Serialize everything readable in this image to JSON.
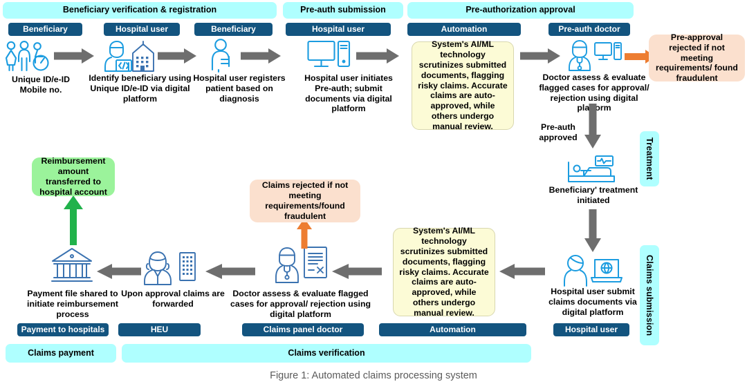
{
  "figure": {
    "caption": "Figure 1: Automated claims processing system"
  },
  "colors": {
    "phase_band": "#AFFFFF",
    "role_chip": "#13547F",
    "icon_blue": "#1B9CE0",
    "icon_blue_dark": "#3A72B0",
    "arrow_gray": "#6E6E6E",
    "arrow_orange": "#ED7D31",
    "arrow_green": "#21B24B",
    "box_yellow": "#FCFBD6",
    "box_peach": "#FBE0CE",
    "box_green": "#9BF39B",
    "caption_gray": "#5A5A5A"
  },
  "phases": {
    "top": [
      {
        "label": "Beneficiary verification & registration"
      },
      {
        "label": "Pre-auth submission"
      },
      {
        "label": "Pre-authorization approval"
      }
    ],
    "vertical": [
      {
        "label": "Treatment"
      },
      {
        "label": "Claims submission"
      }
    ],
    "bottom": [
      {
        "label": "Claims payment"
      },
      {
        "label": "Claims verification"
      }
    ]
  },
  "roles": {
    "top": [
      {
        "label": "Beneficiary"
      },
      {
        "label": "Hospital user"
      },
      {
        "label": "Beneficiary"
      },
      {
        "label": "Hospital user"
      },
      {
        "label": "Automation"
      },
      {
        "label": "Pre-auth doctor"
      }
    ],
    "bottom": [
      {
        "label": "Payment to hospitals"
      },
      {
        "label": "HEU"
      },
      {
        "label": "Claims panel doctor"
      },
      {
        "label": "Automation"
      },
      {
        "label": "Hospital user"
      }
    ]
  },
  "steps": {
    "s1_caption": "Unique ID/e-ID Mobile no.",
    "s2_caption": "Identify beneficiary using Unique ID/e-ID via digital platform",
    "s3_caption": "Hospital user registers patient based on diagnosis",
    "s4_caption": "Hospital user initiates Pre-auth; submit documents via digital platform",
    "s5_box": "System's AI/ML technology scrutinizes submitted documents, flagging risky claims. Accurate claims are auto-approved, while others undergo manual review.",
    "s6_caption": "Doctor assess & evaluate flagged cases for approval/ rejection using digital platform",
    "s7_box": "Pre-approval rejected if not meeting requirements/ found fraudulent",
    "s8_arrow_label": "Pre-auth approved",
    "s9_caption": "Beneficiary' treatment initiated",
    "s10_caption": "Hospital user submit claims documents via digital platform",
    "s11_box": "System's AI/ML technology scrutinizes submitted documents, flagging risky claims. Accurate claims are auto-approved, while others undergo manual review.",
    "s12_caption": "Doctor assess & evaluate flagged cases for approval/ rejection using digital platform",
    "s13_box": "Claims rejected if not meeting requirements/found fraudulent",
    "s14_caption": "Upon approval claims are forwarded",
    "s15_caption": "Payment file shared to initiate reimbursement process",
    "s16_box": "Reimbursement amount transferred to hospital account"
  },
  "icons": {
    "beneficiary_group": "people-group-icon",
    "hospital_user_building": "hospital-user-icon",
    "patient_injured": "injured-patient-icon",
    "desktop_computer": "desktop-computer-icon",
    "doctor_monitor": "doctor-with-monitor-icon",
    "hospital_bed": "hospital-bed-icon",
    "user_laptop": "user-with-laptop-icon",
    "doctor_document": "doctor-with-document-icon",
    "woman_building": "officer-with-building-icon",
    "bank": "bank-icon"
  }
}
